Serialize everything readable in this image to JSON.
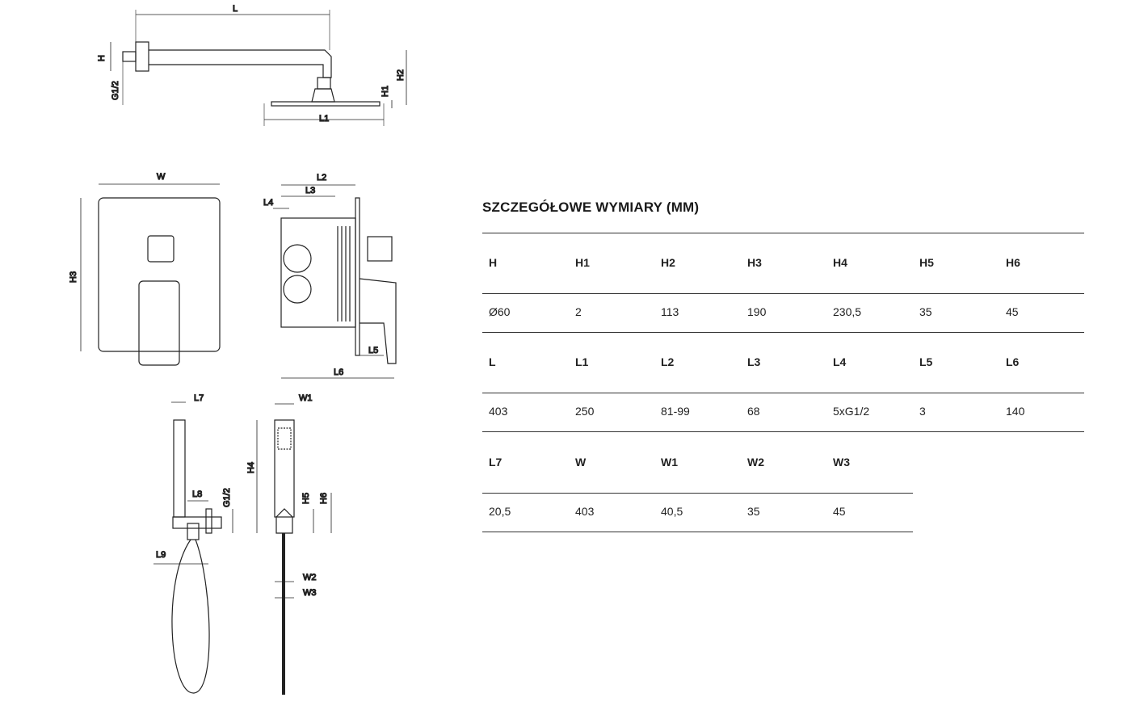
{
  "drawing_labels": {
    "L": "L",
    "H": "H",
    "G12a": "G1/2",
    "H1": "H1",
    "H2": "H2",
    "L1": "L1",
    "W": "W",
    "H3": "H3",
    "L2": "L2",
    "L3": "L3",
    "L4": "L4",
    "L5": "L5",
    "L6": "L6",
    "L7": "L7",
    "L8": "L8",
    "L9": "L9",
    "G12b": "G1/2",
    "H4": "H4",
    "H5": "H5",
    "H6": "H6",
    "W1": "W1",
    "W2": "W2",
    "W3": "W3"
  },
  "table": {
    "title": "SZCZEGÓŁOWE WYMIARY (MM)",
    "groups": [
      {
        "headers": [
          "H",
          "H1",
          "H2",
          "H3",
          "H4",
          "H5",
          "H6"
        ],
        "values": [
          "Ø60",
          "2",
          "113",
          "190",
          "230,5",
          "35",
          "45"
        ]
      },
      {
        "headers": [
          "L",
          "L1",
          "L2",
          "L3",
          "L4",
          "L5",
          "L6"
        ],
        "values": [
          "403",
          "250",
          "81-99",
          "68",
          "5xG1/2",
          "3",
          "140"
        ]
      },
      {
        "headers": [
          "L7",
          "W",
          "W1",
          "W2",
          "W3"
        ],
        "values": [
          "20,5",
          "403",
          "40,5",
          "35",
          "45"
        ]
      }
    ]
  }
}
